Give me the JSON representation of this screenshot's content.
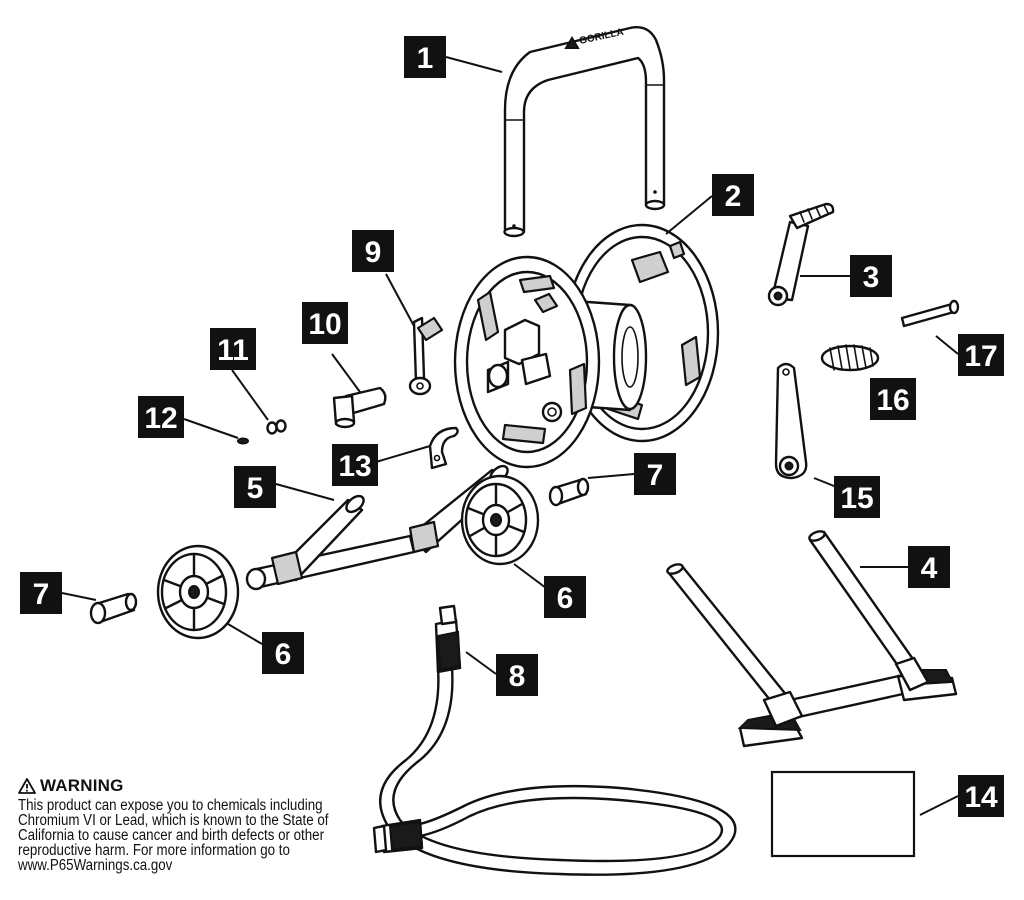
{
  "brand_logo_text": "GORILLA",
  "callouts": [
    "1",
    "2",
    "3",
    "4",
    "5",
    "6",
    "7",
    "8",
    "9",
    "10",
    "11",
    "12",
    "13",
    "14",
    "15",
    "16",
    "17"
  ],
  "warning": {
    "title": "WARNING",
    "body": "This product can expose you to chemicals including Chromium VI or Lead, which is known to the State of California to cause cancer and birth defects or other reproductive harm.  For more information go to www.P65Warnings.ca.gov"
  }
}
